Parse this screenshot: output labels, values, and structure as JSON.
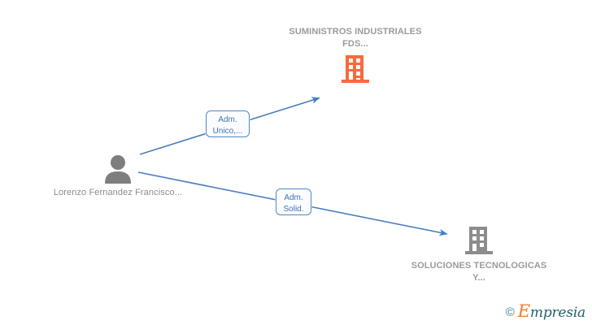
{
  "graph": {
    "background_color": "#ffffff",
    "edge_color": "#4a7ebb",
    "nodes": [
      {
        "id": "company-1",
        "type": "company",
        "icon": "building-icon",
        "icon_color": "#f96a3c",
        "label_lines": [
          "SUMINISTROS",
          "INDUSTRIALES",
          "FDS..."
        ],
        "label_color": "#9a9a9a"
      },
      {
        "id": "person",
        "type": "person",
        "icon": "person-icon",
        "icon_color": "#7e7e7e",
        "label_lines": [
          "Lorenzo",
          "Fernandez",
          "Francisco..."
        ],
        "label_color": "#8c8c8c"
      },
      {
        "id": "company-2",
        "type": "company",
        "icon": "building-icon",
        "icon_color": "#8c8c8c",
        "label_lines": [
          "SOLUCIONES",
          "TECNOLOGICAS",
          "Y..."
        ],
        "label_color": "#9a9a9a"
      }
    ],
    "edges": [
      {
        "id": "edge-1",
        "from": "person",
        "to": "company-1",
        "label_lines": [
          "Adm.",
          "Unico,..."
        ],
        "label_color": "#3f72b4",
        "border_color": "#4e86c7"
      },
      {
        "id": "edge-2",
        "from": "person",
        "to": "company-2",
        "label_lines": [
          "Adm.",
          "Solid."
        ],
        "label_color": "#3f72b4",
        "border_color": "#4e86c7"
      }
    ]
  },
  "watermark": {
    "copyright_symbol": "©",
    "brand_initial": "E",
    "brand_rest": "mpresia",
    "initial_color": "#ee7b2b",
    "text_color": "#1f5f6b"
  }
}
